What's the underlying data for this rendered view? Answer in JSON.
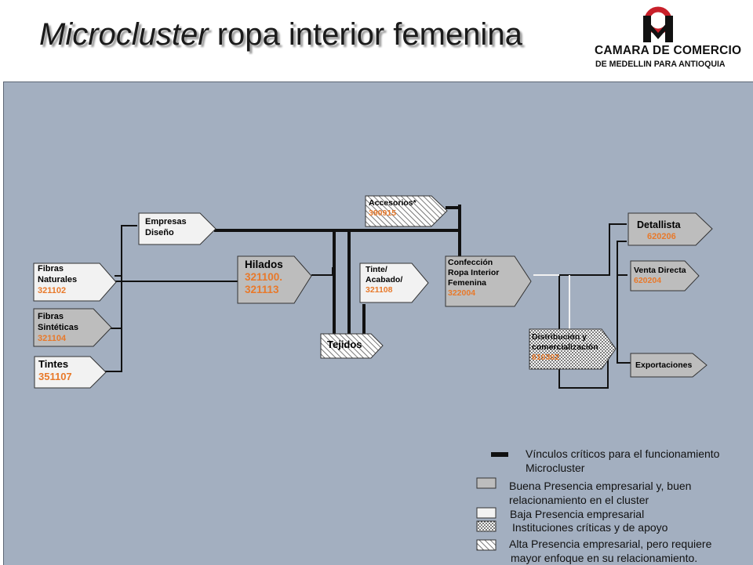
{
  "title": {
    "italic": "Microcluster",
    "rest": " ropa interior femenina"
  },
  "logo": {
    "line1": "CAMARA DE COMERCIO",
    "line2": "DE MEDELLIN PARA ANTIOQUIA"
  },
  "colors": {
    "panel": "#a3afc0",
    "buena": "#bdbdbd",
    "baja": "#f2f2f2",
    "code": "#e8792a",
    "wire": "#111111"
  },
  "nodes": {
    "empresas_diseno": {
      "line1": "Empresas",
      "line2": "Diseño"
    },
    "fibras_naturales": {
      "line1": "Fibras",
      "line2": "Naturales",
      "code": "321102"
    },
    "fibras_sinteticas": {
      "line1": "Fibras",
      "line2": "Sintéticas",
      "code": "321104"
    },
    "tintes": {
      "line1": "Tintes",
      "code": "351107"
    },
    "hilados": {
      "line1": "Hilados",
      "code1": "321100.",
      "code2": "321113"
    },
    "accesorios": {
      "line1": "Accesorios*",
      "code": "390915"
    },
    "tinte_acabado": {
      "line1": "Tinte/",
      "line2": "Acabado/",
      "code": "321108"
    },
    "tejidos": {
      "line1": "Tejidos"
    },
    "confeccion": {
      "line1": "Confección",
      "line2": "Ropa Interior",
      "line3": "Femenina",
      "code": "322004"
    },
    "distribucion": {
      "line1": "Distribución y",
      "line2": "comercialización",
      "code": "610302"
    },
    "detallista": {
      "line1": "Detallista",
      "code": "620206"
    },
    "venta_directa": {
      "line1": "Venta Directa",
      "code": "620204"
    },
    "exportaciones": {
      "line1": "Exportaciones"
    }
  },
  "legend": {
    "vinculos": {
      "line1": "Vínculos críticos para el funcionamiento",
      "line2": "Microcluster"
    },
    "buena": {
      "line1": "Buena Presencia empresarial y, buen",
      "line2": "relacionamiento en el cluster"
    },
    "baja": "Baja Presencia empresarial",
    "instituciones": "Instituciones críticas y de apoyo",
    "alta": {
      "line1": "Alta Presencia empresarial, pero requiere",
      "line2": "mayor enfoque en su relacionamiento."
    }
  }
}
